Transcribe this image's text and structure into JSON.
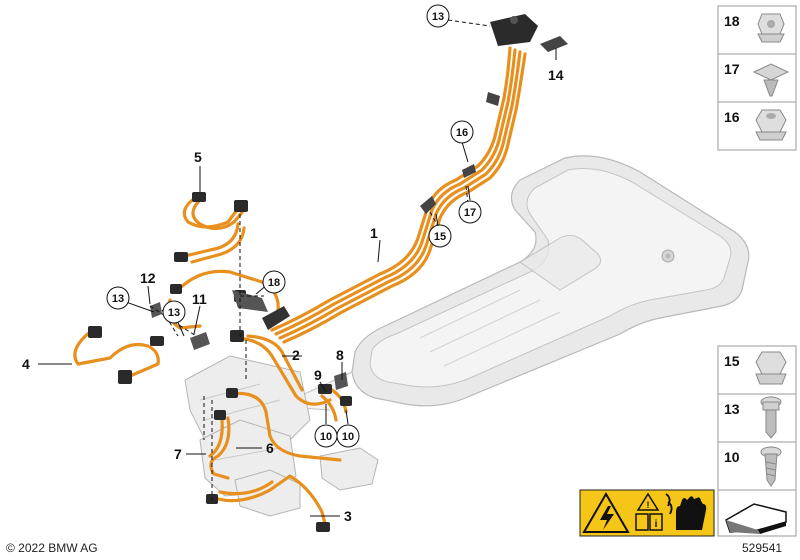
{
  "callouts": {
    "c1": "1",
    "c2": "2",
    "c3": "3",
    "c4": "4",
    "c5": "5",
    "c6": "6",
    "c7": "7",
    "c8": "8",
    "c9": "9",
    "c10a": "10",
    "c10b": "10",
    "c11": "11",
    "c12": "12",
    "c13a": "13",
    "c13b": "13",
    "c13c": "13",
    "c14": "14",
    "c15": "15",
    "c16": "16",
    "c17": "17",
    "c18": "18"
  },
  "fastener_panel_top": [
    "18",
    "17",
    "16"
  ],
  "fastener_panel_bottom": [
    "15",
    "13",
    "10"
  ],
  "footer": {
    "copyright": "© 2022 BMW AG",
    "diagram_number": "529541"
  },
  "colors": {
    "cable": "#e8901e",
    "warning_label": "#f5c518"
  },
  "icons": [
    "high-voltage-warning-icon",
    "warning-triangle-icon",
    "manual-info-icon",
    "glove-icon",
    "direction-arrow-icon"
  ]
}
